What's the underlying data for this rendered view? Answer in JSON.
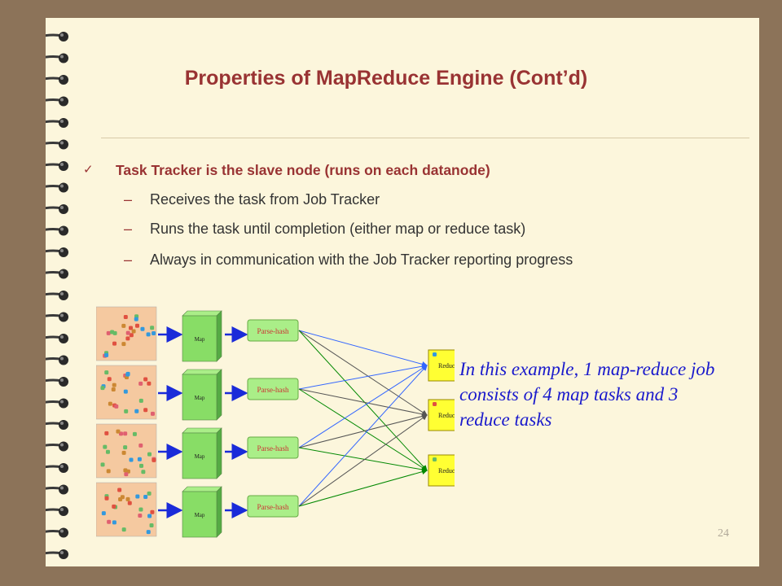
{
  "slide": {
    "title": "Properties of MapReduce Engine (Cont’d)",
    "bullet": {
      "marker": "✓",
      "text": "Task Tracker is the slave node (runs on each datanode)"
    },
    "sub_bullets": [
      {
        "dash": "–",
        "text": "Receives the task from Job Tracker"
      },
      {
        "dash": "–",
        "text": "Runs the task until completion (either map or reduce task)"
      },
      {
        "dash": "–",
        "text": "Always in communication with the Job Tracker reporting progress"
      }
    ],
    "caption": "In this example, 1 map-reduce job consists of  4 map tasks and 3 reduce tasks",
    "page_number": "24"
  },
  "diagram": {
    "map_label": "Map",
    "parse_label": "Parse-hash",
    "reduce_label": "Reduce",
    "map_count": 4,
    "reduce_count": 3,
    "colors": {
      "data_bg": "#f5c9a0",
      "map_fill": "#88dd66",
      "parse_fill": "#aaee88",
      "reduce_fill": "#ffff33",
      "arrow": "#1a2bd9",
      "line_blue": "#3366ff",
      "line_gray": "#555555",
      "line_green": "#008800"
    }
  }
}
